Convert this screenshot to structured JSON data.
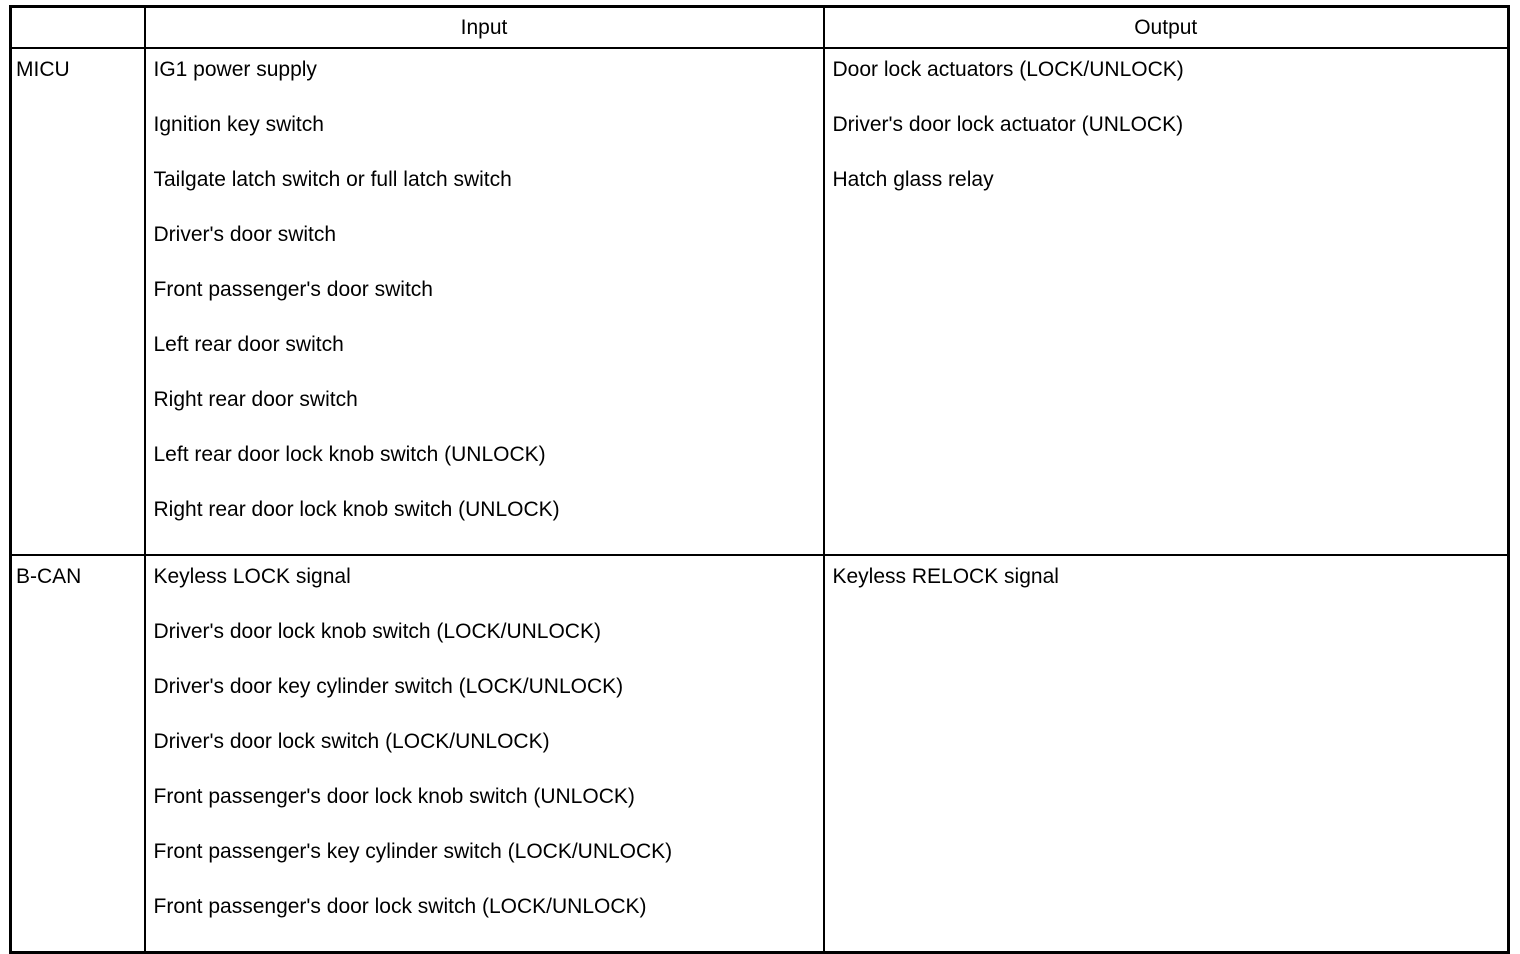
{
  "table": {
    "headers": {
      "system_column": "",
      "input": "Input",
      "output": "Output"
    },
    "rows": [
      {
        "system": "MICU",
        "inputs": [
          "IG1 power supply",
          "Ignition key switch",
          "Tailgate latch switch or full latch switch",
          "Driver's door switch",
          "Front passenger's door switch",
          "Left rear door switch",
          "Right rear door switch",
          "Left rear door lock knob switch (UNLOCK)",
          "Right rear door lock knob switch (UNLOCK)"
        ],
        "outputs": [
          "Door lock actuators (LOCK/UNLOCK)",
          "Driver's door lock actuator (UNLOCK)",
          "Hatch glass relay"
        ]
      },
      {
        "system": "B-CAN",
        "inputs": [
          "Keyless LOCK signal",
          "Driver's door lock knob switch (LOCK/UNLOCK)",
          "Driver's door key cylinder switch (LOCK/UNLOCK)",
          "Driver's door lock switch (LOCK/UNLOCK)",
          "Front passenger's door lock knob switch (UNLOCK)",
          "Front passenger's key cylinder switch (LOCK/UNLOCK)",
          "Front passenger's door lock switch (LOCK/UNLOCK)"
        ],
        "outputs": [
          "Keyless RELOCK signal"
        ]
      }
    ]
  },
  "colors": {
    "border": "#000000",
    "text": "#000000",
    "background": "#ffffff"
  }
}
